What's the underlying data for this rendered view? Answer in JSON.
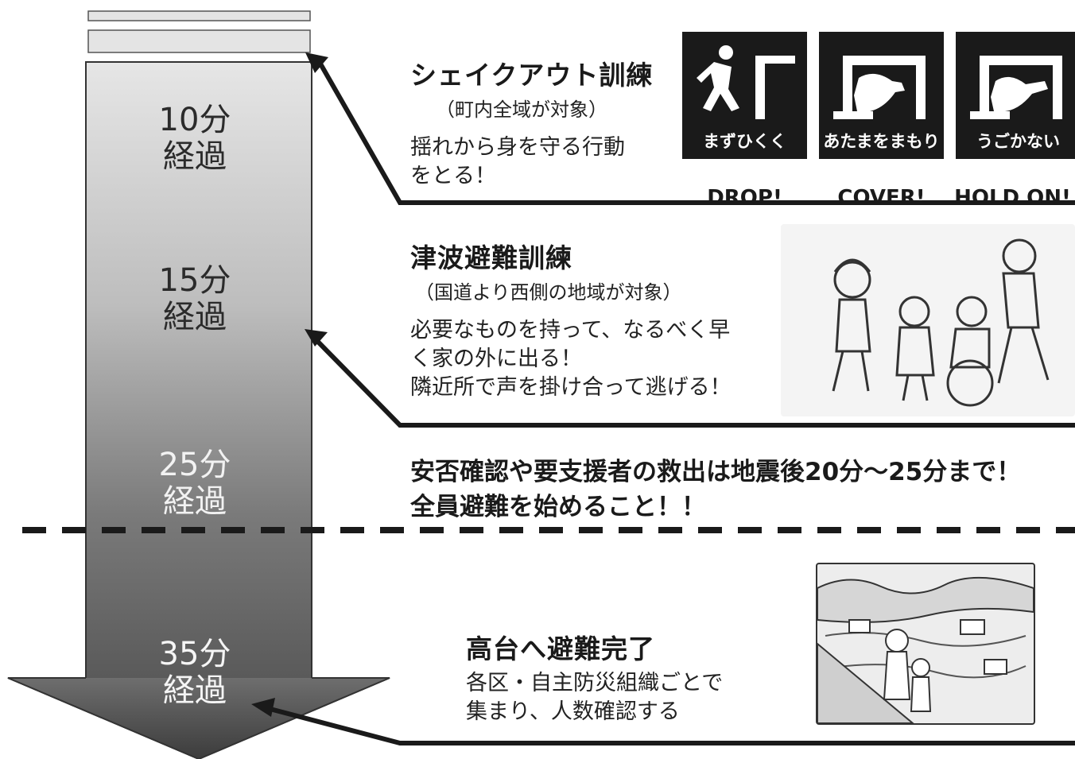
{
  "timeline": [
    {
      "minutes": "10分",
      "suffix": "経過"
    },
    {
      "minutes": "15分",
      "suffix": "経過"
    },
    {
      "minutes": "25分",
      "suffix": "経過"
    },
    {
      "minutes": "35分",
      "suffix": "経過"
    }
  ],
  "shakeout": {
    "title": "シェイクアウト訓練",
    "target": "（町内全域が対象）",
    "lines": [
      "揺れから身を守る行動",
      "をとる！"
    ],
    "signs": [
      {
        "caption": "まずひくく",
        "english": "DROP!"
      },
      {
        "caption": "あたまをまもり",
        "english": "COVER!"
      },
      {
        "caption": "うごかない",
        "english": "HOLD ON!"
      }
    ]
  },
  "tsunami": {
    "title": "津波避難訓練",
    "target": "（国道より西側の地域が対象）",
    "lines": [
      "必要なものを持って、なるべく早",
      "く家の外に出る！",
      "隣近所で声を掛け合って逃げる！"
    ]
  },
  "notice": {
    "lines": [
      "安否確認や要支援者の救出は地震後20分～25分まで！",
      "全員避難を始めること！！"
    ]
  },
  "evacuation": {
    "title": "高台へ避難完了",
    "lines": [
      "各区・自主防災組織ごとで",
      "集まり、人数確認する"
    ]
  }
}
